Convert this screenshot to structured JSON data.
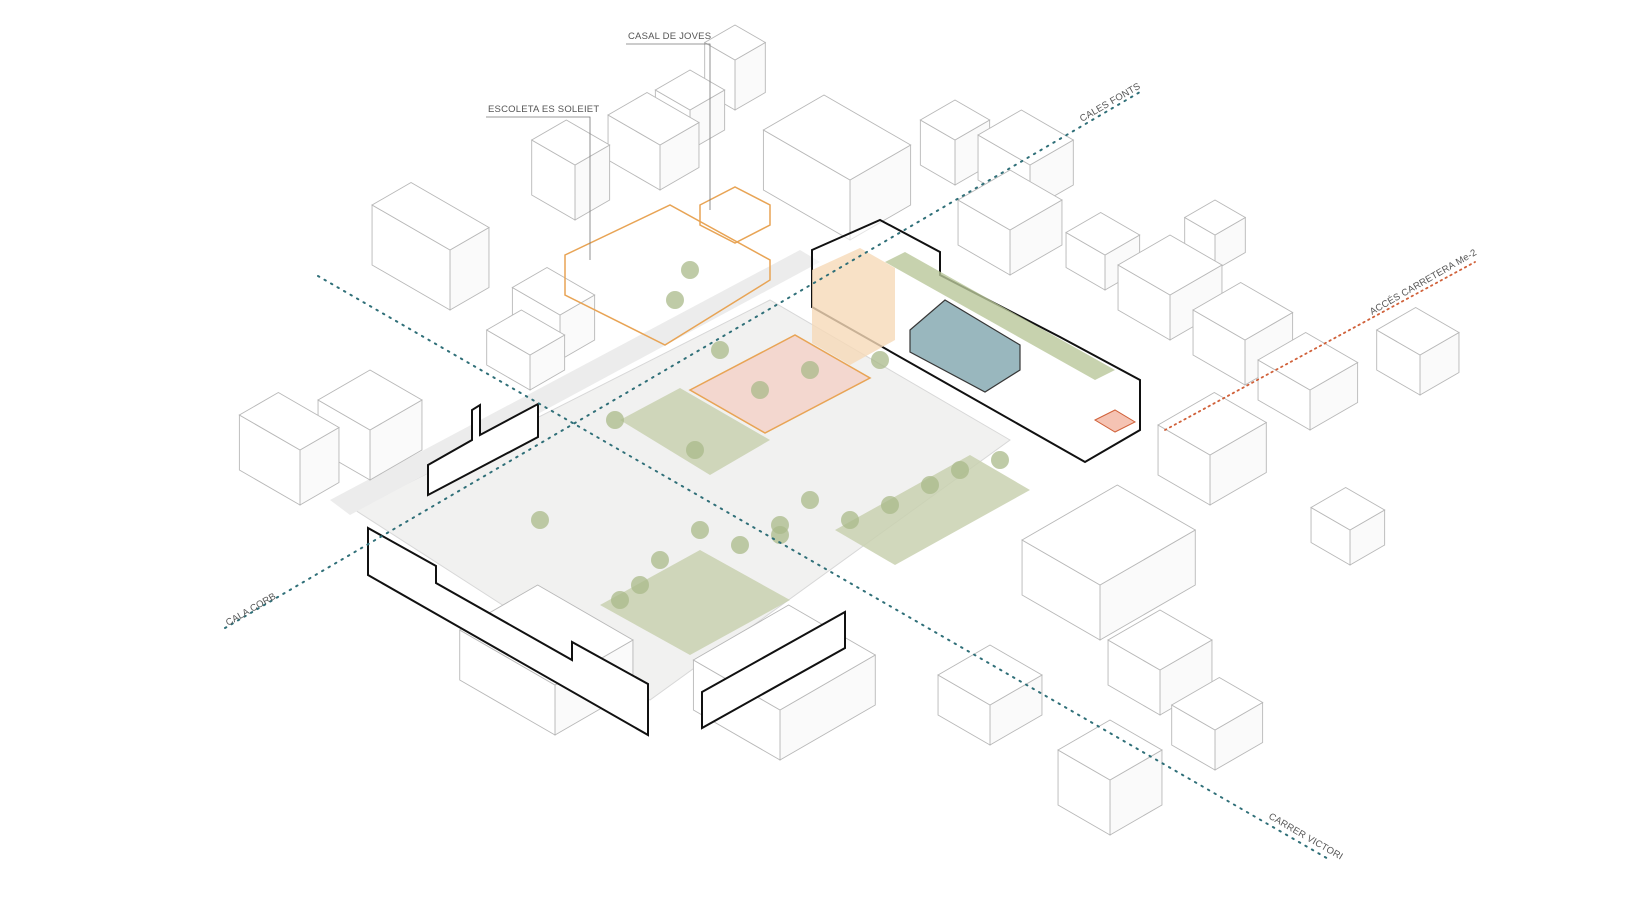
{
  "labels": {
    "casal": "CASAL DE JOVES",
    "escoleta": "ESCOLETA ES SOLEIET",
    "cales_fonts": "CALES FONTS",
    "acces": "ACCÉS CARRETERA Me-2",
    "cala_corb": "CALA CORB",
    "carrer_victori": "CARRER VICTORI"
  },
  "colors": {
    "street_axis": "#2f6f78",
    "access_axis": "#d0613a",
    "green_area": "#c9d1b0",
    "highlight_orange": "#e8a455",
    "highlight_blue": "#8fb0b8",
    "intervention_outline": "#111111"
  }
}
